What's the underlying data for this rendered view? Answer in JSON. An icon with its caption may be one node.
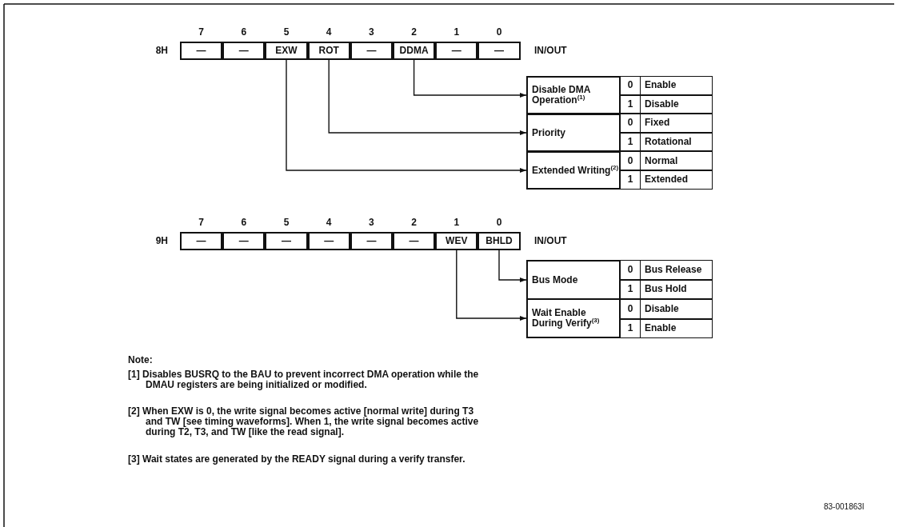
{
  "diagram": {
    "nodes": [
      {
        "text": [
          "—"
        ]
      },
      {
        "text": [
          "—"
        ]
      },
      {
        "text": [
          "EXW"
        ]
      },
      {
        "text": [
          "ROT"
        ]
      },
      {
        "text": [
          "—"
        ]
      },
      {
        "text": [
          "DDMA"
        ]
      },
      {
        "text": [
          "—"
        ]
      },
      {
        "text": [
          "—"
        ]
      },
      {
        "text": [
          "Disable DMA Operation$^{(1)}$"
        ]
      },
      {
        "text": [
          "Priority"
        ]
      },
      {
        "text": [
          "Extended Writing$^{(2)}$"
        ]
      },
      {
        "text": [
          "—"
        ]
      },
      {
        "text": [
          "—"
        ]
      },
      {
        "text": [
          "—"
        ]
      },
      {
        "text": [
          "—"
        ]
      },
      {
        "text": [
          "—"
        ]
      },
      {
        "text": [
          "—"
        ]
      },
      {
        "text": [
          "WEV"
        ]
      },
      {
        "text": [
          "BHLD"
        ]
      },
      {
        "text": [
          "Bus Mode"
        ]
      },
      {
        "text": [
          "Wait Enable During Verify$^{(3)}$"
        ]
      }
    ],
    "edges": [
      {
        "from": 5,
        "to": 8,
        "arrow": "to"
      },
      {
        "from": 3,
        "to": 9,
        "arrow": "to"
      },
      {
        "from": 2,
        "to": 10,
        "arrow": "to"
      },
      {
        "from": 18,
        "to": 19,
        "arrow": "to"
      },
      {
        "from": 17,
        "to": 20,
        "arrow": "to"
      }
    ],
    "labels": [
      "7",
      "6",
      "5",
      "4",
      "3",
      "2",
      "1",
      "0",
      "8H",
      "IN/OUT",
      "0",
      "Enable",
      "1",
      "Disable",
      "0",
      "Fixed",
      "1",
      "Rotational",
      "0",
      "Normal",
      "1",
      "Extended",
      "7",
      "6",
      "5",
      "4",
      "3",
      "2",
      "1",
      "0",
      "9H",
      "IN/OUT",
      "0",
      "Bus Release",
      "1",
      "Bus Hold",
      "0",
      "Disable",
      "1",
      "Enable",
      "Note:",
      "[1] Disables BUSRQ to the BAU to prevent incorrect DMA operation while the DMAU registers are being initialized or modified.",
      "[2] When EXW is 0, the write signal becomes active [normal write] during T3 and TW [see timing waveforms]. When 1, the write signal becomes active during T2, T3, and TW [like the read signal].",
      "[3] Wait states are generated by the READY signal during a verify transfer.",
      "83-001863I"
    ]
  }
}
